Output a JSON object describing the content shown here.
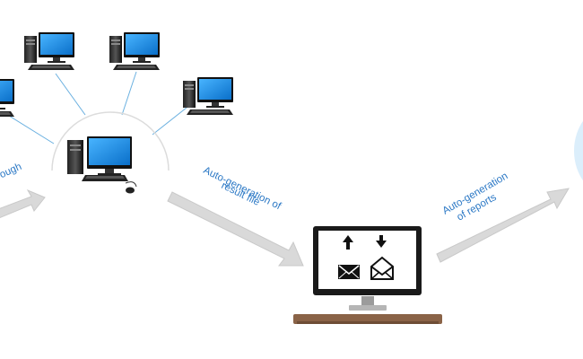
{
  "labels": {
    "left_fragment": "rough",
    "result_line1": "Auto-generation of",
    "result_line2": "result file",
    "reports_line1": "Auto-generation",
    "reports_line2": "of reports"
  },
  "colors": {
    "label": "#2b78c5",
    "connector": "#6ab0e0",
    "arrow_fill": "#d9d9d9",
    "arrow_stroke": "#c9c9c9",
    "screen": "#1e90e8",
    "monitor_frame": "#111111",
    "desk": "#8a6347",
    "circle_right": "#dbeefb"
  },
  "icons": [
    "desktop-computer-icon",
    "central-computer-icon",
    "upload-arrow-icon",
    "download-arrow-icon",
    "closed-envelope-icon",
    "open-envelope-icon",
    "mouse-icon"
  ]
}
